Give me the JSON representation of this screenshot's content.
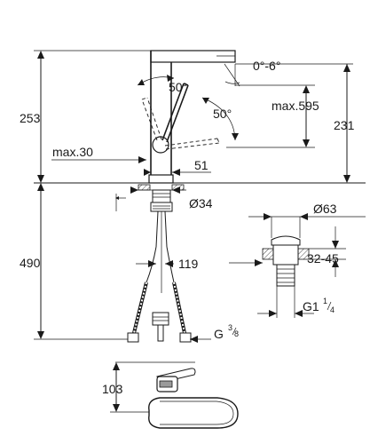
{
  "labels": {
    "height_upper": "253",
    "angle_range": "0°-6°",
    "swivel_left": "50°",
    "swivel_right": "50°",
    "max_height_595": "max.595",
    "height_231": "231",
    "max_reach_30": "max.30",
    "dim_51": "51",
    "diameter_34": "Ø34",
    "diameter_63": "Ø63",
    "height_490": "490",
    "dim_119": "119",
    "range_32_45": "32-45",
    "thread_g1_main": "G1",
    "thread_g1_num": "1",
    "thread_g1_den": "4",
    "thread_g38_main": "G",
    "thread_g38_num": "3",
    "thread_g38_den": "8",
    "height_103": "103"
  }
}
